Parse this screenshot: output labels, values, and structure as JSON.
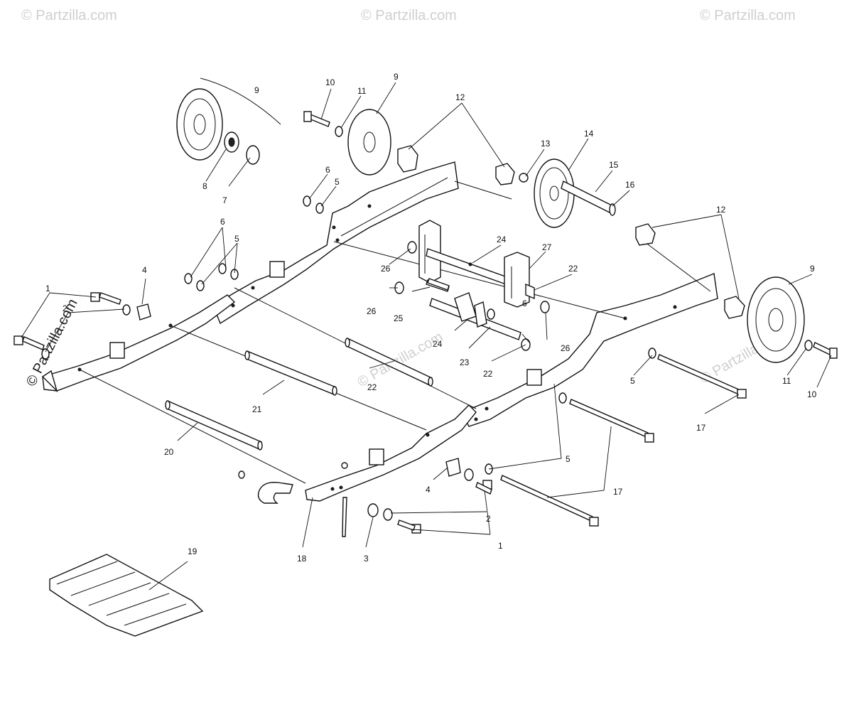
{
  "watermark": {
    "text": "© Partzilla.com",
    "color": "#cccccc"
  },
  "callouts": {
    "c1a": "1",
    "c1b": "1",
    "c2a": "2",
    "c2b": "2",
    "c3": "3",
    "c4a": "4",
    "c4b": "4",
    "c5a": "5",
    "c5b": "5",
    "c5c": "5",
    "c5d": "5",
    "c6a": "6",
    "c6b": "6",
    "c6c": "6",
    "c7": "7",
    "c8": "8",
    "c9a": "9",
    "c9b": "9",
    "c9c": "9",
    "c10a": "10",
    "c10b": "10",
    "c11a": "11",
    "c11b": "11",
    "c12a": "12",
    "c12b": "12",
    "c13": "13",
    "c14": "14",
    "c15": "15",
    "c16": "16",
    "c17a": "17",
    "c17b": "17",
    "c18": "18",
    "c19": "19",
    "c20": "20",
    "c21": "21",
    "c22a": "22",
    "c22b": "22",
    "c22c": "22",
    "c23": "23",
    "c24a": "24",
    "c24b": "24",
    "c25": "25",
    "c26a": "26",
    "c26b": "26",
    "c26c": "26",
    "c27": "27"
  }
}
